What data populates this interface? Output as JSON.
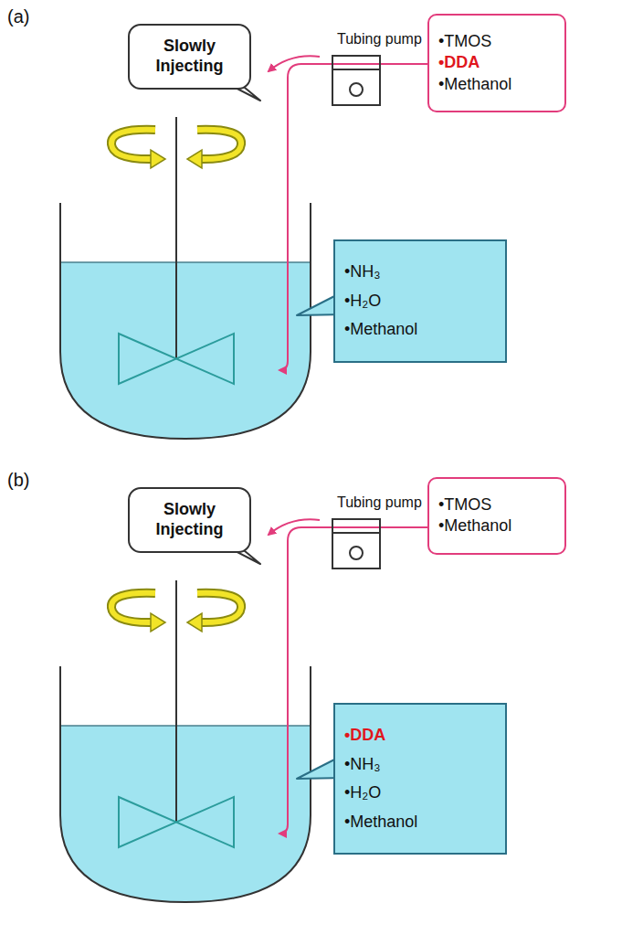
{
  "diagram": {
    "nodes": [
      {
        "text": [
          "Slowly Injecting"
        ]
      },
      {
        "text": [
          "Tubing pump"
        ]
      },
      {
        "text": [
          "•TMOS",
          "•DDA",
          "•Methanol"
        ]
      },
      {
        "text": [
          "•NH₃",
          "•H₂O",
          "•Methanol"
        ]
      },
      {
        "text": [
          "Slowly Injecting"
        ]
      },
      {
        "text": [
          "Tubing pump"
        ]
      },
      {
        "text": [
          "•TMOS",
          "•Methanol"
        ]
      },
      {
        "text": [
          "•DDA",
          "•NH₃",
          "•H₂O",
          "•Methanol"
        ]
      }
    ],
    "edges": [
      {
        "from": 2,
        "to": 1,
        "arrow": "none"
      },
      {
        "from": 6,
        "to": 5,
        "arrow": "none"
      }
    ],
    "labels": [
      "(a)",
      "(b)"
    ]
  }
}
